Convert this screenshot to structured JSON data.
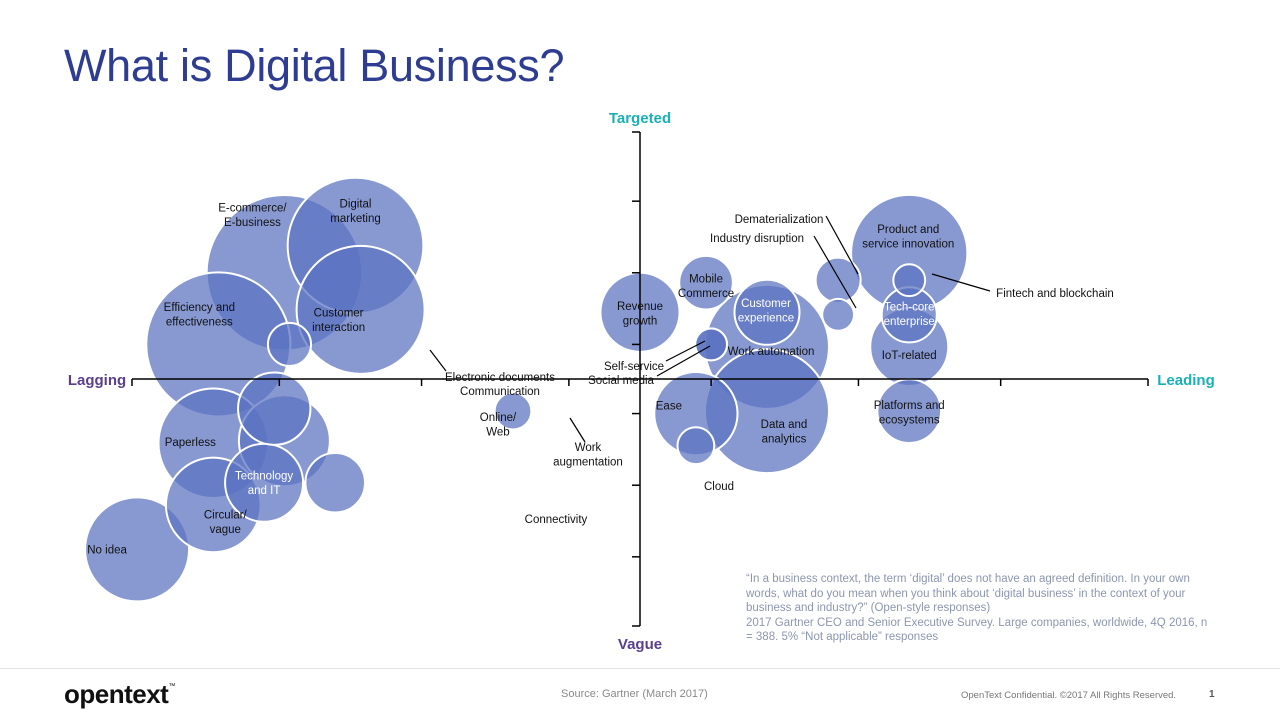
{
  "slide": {
    "title": "What is Digital Business?",
    "survey_question": "“In a business context, the term ‘digital’ does not have an agreed definition. In your own words, what do you mean when you think about ‘digital business’ in the context of your business and industry?” (Open-style responses)",
    "survey_source": "2017 Gartner CEO and Senior Executive Survey. Large companies, worldwide, 4Q 2016, n = 388. 5% “Not applicable” responses",
    "logo_text": "opentext",
    "logo_mark": "™",
    "source": "Source: Gartner (March 2017)",
    "confidential": "OpenText Confidential. ©2017 All Rights Reserved.",
    "page_number": "1"
  },
  "colors": {
    "title": "#2e3d91",
    "bubble_fill": "#5a72c0",
    "axis_x_label": "#5b3f8c",
    "axis_y_label": "#1ab0b8",
    "note_text": "#8c96b0"
  },
  "chart_data": {
    "type": "bubble",
    "x_axis": {
      "min_label": "Lagging",
      "max_label": "Leading",
      "range": [
        -1,
        1
      ]
    },
    "y_axis": {
      "min_label": "Vague",
      "max_label": "Targeted",
      "range": [
        -1,
        1
      ]
    },
    "grid": false,
    "points": [
      {
        "label": "Digital marketing",
        "x": -0.56,
        "y": 0.54,
        "size": 1.09
      },
      {
        "label": "E-commerce/ E-business",
        "x": -0.7,
        "y": 0.43,
        "size": 1.43
      },
      {
        "label": "Customer interaction",
        "x": -0.55,
        "y": 0.28,
        "size": 0.97
      },
      {
        "label": "Efficiency and effectiveness",
        "x": -0.83,
        "y": 0.14,
        "size": 1.23
      },
      {
        "label": "Electronic documents",
        "x": -0.69,
        "y": 0.14,
        "size": 0.11
      },
      {
        "label": "Communication",
        "x": -0.72,
        "y": -0.12,
        "size": 0.31
      },
      {
        "label": "Online/ Web",
        "x": -0.7,
        "y": -0.25,
        "size": 0.49
      },
      {
        "label": "Paperless",
        "x": -0.84,
        "y": -0.26,
        "size": 0.71
      },
      {
        "label": "Technology and IT",
        "x": -0.74,
        "y": -0.42,
        "size": 0.36
      },
      {
        "label": "Connectivity",
        "x": -0.6,
        "y": -0.42,
        "size": 0.21
      },
      {
        "label": "Circular/ vague",
        "x": -0.84,
        "y": -0.51,
        "size": 0.53
      },
      {
        "label": "No idea",
        "x": -0.99,
        "y": -0.69,
        "size": 0.64
      },
      {
        "label": "Work augmentation",
        "x": -0.25,
        "y": -0.13,
        "size": 0.08
      },
      {
        "label": "Revenue growth",
        "x": 0.0,
        "y": 0.27,
        "size": 0.37
      },
      {
        "label": "Mobile Commerce",
        "x": 0.13,
        "y": 0.39,
        "size": 0.17
      },
      {
        "label": "Self-service",
        "x": 0.14,
        "y": 0.14,
        "size": 0.06
      },
      {
        "label": "Social media",
        "x": 0.14,
        "y": 0.14,
        "size": 0.06
      },
      {
        "label": "Customer experience",
        "x": 0.25,
        "y": 0.27,
        "size": 0.25
      },
      {
        "label": "Work automation",
        "x": 0.25,
        "y": 0.13,
        "size": 0.91
      },
      {
        "label": "Data and analytics",
        "x": 0.25,
        "y": -0.13,
        "size": 0.91
      },
      {
        "label": "Ease",
        "x": 0.11,
        "y": -0.14,
        "size": 0.41
      },
      {
        "label": "Cloud",
        "x": 0.11,
        "y": -0.27,
        "size": 0.08
      },
      {
        "label": "Dematerialization",
        "x": 0.39,
        "y": 0.4,
        "size": 0.12
      },
      {
        "label": "Industry disruption",
        "x": 0.39,
        "y": 0.26,
        "size": 0.06
      },
      {
        "label": "Product and service innovation",
        "x": 0.53,
        "y": 0.51,
        "size": 0.8
      },
      {
        "label": "Fintech and blockchain",
        "x": 0.53,
        "y": 0.4,
        "size": 0.06
      },
      {
        "label": "Tech-core enterprise",
        "x": 0.53,
        "y": 0.26,
        "size": 0.18
      },
      {
        "label": "IoT-related",
        "x": 0.53,
        "y": 0.13,
        "size": 0.36
      },
      {
        "label": "Platforms and ecosystems",
        "x": 0.53,
        "y": -0.13,
        "size": 0.24
      }
    ]
  }
}
